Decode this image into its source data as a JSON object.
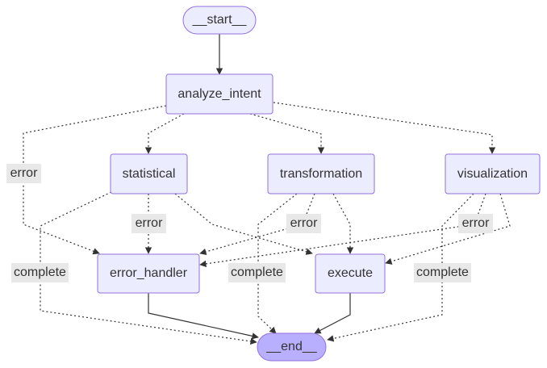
{
  "nodes": {
    "start": "__start__",
    "analyze_intent": "analyze_intent",
    "statistical": "statistical",
    "transformation": "transformation",
    "visualization": "visualization",
    "error_handler": "error_handler",
    "execute": "execute",
    "end": "__end__"
  },
  "edges": [
    {
      "from": "__start__",
      "to": "analyze_intent",
      "style": "solid",
      "label": ""
    },
    {
      "from": "analyze_intent",
      "to": "statistical",
      "style": "dotted",
      "label": ""
    },
    {
      "from": "analyze_intent",
      "to": "transformation",
      "style": "dotted",
      "label": ""
    },
    {
      "from": "analyze_intent",
      "to": "visualization",
      "style": "dotted",
      "label": ""
    },
    {
      "from": "analyze_intent",
      "to": "error_handler",
      "style": "dotted",
      "label": "error"
    },
    {
      "from": "statistical",
      "to": "error_handler",
      "style": "dotted",
      "label": "error"
    },
    {
      "from": "statistical",
      "to": "execute",
      "style": "dotted",
      "label": ""
    },
    {
      "from": "statistical",
      "to": "__end__",
      "style": "dotted",
      "label": "complete"
    },
    {
      "from": "transformation",
      "to": "error_handler",
      "style": "dotted",
      "label": "error"
    },
    {
      "from": "transformation",
      "to": "execute",
      "style": "dotted",
      "label": ""
    },
    {
      "from": "transformation",
      "to": "__end__",
      "style": "dotted",
      "label": "complete"
    },
    {
      "from": "visualization",
      "to": "error_handler",
      "style": "dotted",
      "label": "error"
    },
    {
      "from": "visualization",
      "to": "execute",
      "style": "dotted",
      "label": ""
    },
    {
      "from": "visualization",
      "to": "__end__",
      "style": "dotted",
      "label": "complete"
    },
    {
      "from": "error_handler",
      "to": "__end__",
      "style": "solid",
      "label": ""
    },
    {
      "from": "execute",
      "to": "__end__",
      "style": "solid",
      "label": ""
    }
  ],
  "labels": {
    "error_left": "error",
    "error_statistical": "error",
    "error_transformation": "error",
    "error_visualization": "error",
    "complete_statistical": "complete",
    "complete_transformation": "complete",
    "complete_visualization": "complete"
  },
  "colors": {
    "node_fill": "#ECECFF",
    "node_stroke": "#9370DB",
    "end_fill": "#B8B0FF",
    "edge": "#333333",
    "label_bg": "#E8E8E8"
  }
}
